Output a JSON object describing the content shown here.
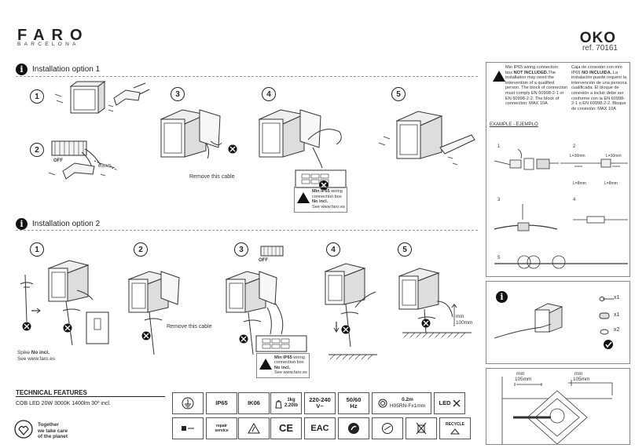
{
  "brand": {
    "name": "FARO",
    "sub": "BARCELONA"
  },
  "product": {
    "title": "OKO",
    "ref": "ref. 70161"
  },
  "sections": {
    "option1": "Installation option 1",
    "option2": "Installation option 2"
  },
  "steps": {
    "opt1": [
      "1",
      "2",
      "3",
      "4",
      "5"
    ],
    "opt2": [
      "1",
      "2",
      "3",
      "4",
      "5"
    ]
  },
  "labels": {
    "off": "OFF",
    "off2": "OFF",
    "mm65": "65mm",
    "remove1": "Remove this cable",
    "remove2": "Remove this cable",
    "spike": "Spike ",
    "spike_bold": "No incl.",
    "spike_see": "See www.faro.es",
    "min100_a": "min",
    "min100_b": "100mm"
  },
  "box_note1": {
    "a": "Min IP65",
    "b": " wiring",
    "c": "connection box",
    "d": "No incl.",
    "e": "See www.faro.es"
  },
  "box_note2": {
    "a": "Min IP65",
    "b": " wiring",
    "c": "connection box",
    "d": "No incl.",
    "e": "See www.faro.es"
  },
  "warning_en": {
    "l1": "Min IP65 wiring connection",
    "l2a": "box ",
    "l2b": "NOT INCLUDED.",
    "l2c": "The",
    "rest": "installation may need the intervention of a qualified person. The block of connection must comply EN 60998-2-1 or EN 60998-2-2. The block of connection: MAX 10A"
  },
  "warning_es": {
    "l1": "Caja de conexión con mín",
    "l2a": "IP65 ",
    "l2b": "NO INCLUIDA.",
    "l2c": " La",
    "rest": "instalación puede requerir la intervención de una persona cualificada. El bloque de conexión a incluir debe ser conforme con la EN 60998-2-1 o EN 60998-2-2. Bloque de conexión: MAX 10A"
  },
  "example": {
    "title": "EXAMPLE - EJEMPLO",
    "n1": "1",
    "n2": "2",
    "n3": "3",
    "n4": "4",
    "n5": "5",
    "l30a": "L=30mm",
    "l30b": "L=30mm",
    "l8a": "L=8mm",
    "l8b": "L=8mm"
  },
  "parts": {
    "x1a": "x1",
    "x1b": "x1",
    "x2": "x2"
  },
  "dims": {
    "min_a": "min",
    "mm105_a": "105mm",
    "min_b": "min",
    "mm105_b": "105mm"
  },
  "tech": {
    "title": "TECHNICAL FEATURES",
    "text": "COB LED 20W 3000K 1400lm 30º incl."
  },
  "planet": {
    "l1": "Together",
    "l2": "we take care",
    "l3": "of the planet"
  },
  "specs": {
    "ip": "IP65",
    "ik": "IK06",
    "w1": "1kg",
    "w2": "2.20lb",
    "v1": "220-240",
    "v2": "V~",
    "hz1": "50/60",
    "hz2": "Hz",
    "cable1": "0.2m",
    "cable2": "H05RN-Fx1mm",
    "led": "LED",
    "recycle": "RECYCLE",
    "repair1": "repair",
    "repair2": "service"
  },
  "colors": {
    "ink": "#222222",
    "line": "#999999",
    "grey": "#cccccc"
  }
}
